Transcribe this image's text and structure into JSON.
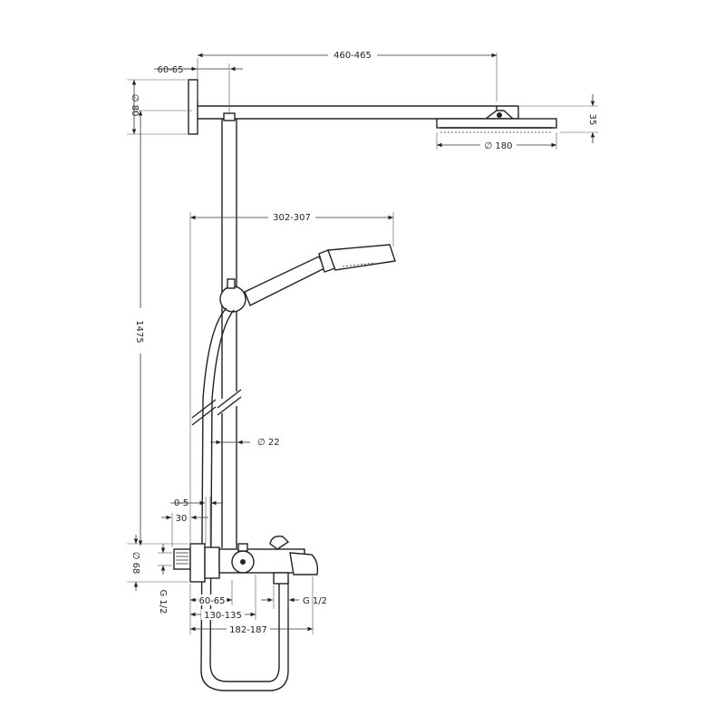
{
  "dimensions": {
    "arm_length": "460-465",
    "wall_offset_top": "60-65",
    "wall_plate_diameter": "∅ 80",
    "head_diameter": "∅ 180",
    "head_height": "35",
    "hand_shower_reach": "302-307",
    "total_height": "1475",
    "rail_diameter": "∅ 22",
    "adjust_range": "0-5",
    "valve_depth": "30",
    "connection_diameter": "∅ 68",
    "inlet_thread_left": "G 1/2",
    "inlet_thread_right": "G 1/2",
    "centers_short": "60-65",
    "centers_mid": "130-135",
    "centers_long": "182-187"
  }
}
